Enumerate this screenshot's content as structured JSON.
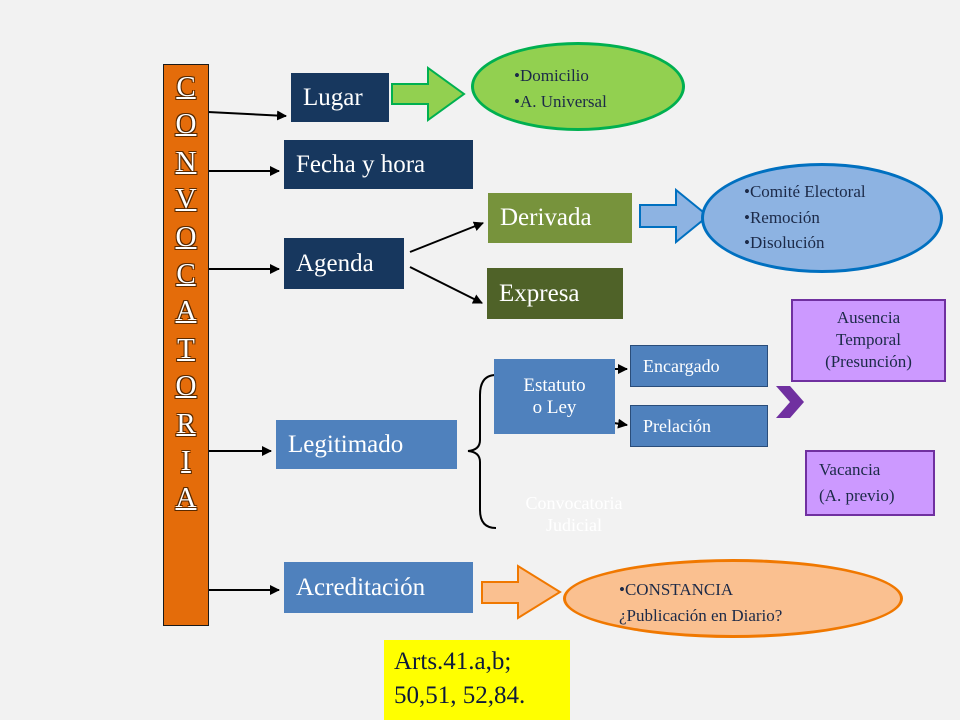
{
  "title_letters": [
    "C",
    "O",
    "N",
    "V",
    "O",
    "C",
    "A",
    "T",
    "O",
    "R",
    "I",
    "A"
  ],
  "nodes": {
    "lugar": "Lugar",
    "fecha_hora": "Fecha y hora",
    "agenda": "Agenda",
    "legitimado": "Legitimado",
    "acreditacion": "Acreditación",
    "derivada": "Derivada",
    "expresa": "Expresa",
    "estatuto_line1": "Estatuto",
    "estatuto_line2": "o  Ley",
    "convocatoria_judicial_line1": "Convocatoria",
    "convocatoria_judicial_line2": "Judicial",
    "encargado": "Encargado",
    "prelacion": "Prelación"
  },
  "ovals": {
    "lugar_items": [
      "Domicilio",
      "A. Universal"
    ],
    "derivada_items": [
      "Comité  Electoral",
      "Remoción",
      "Disolución"
    ],
    "acreditacion_line1": "CONSTANCIA",
    "acreditacion_line2": "¿Publicación en Diario?"
  },
  "notes": {
    "ausencia_line1": "Ausencia",
    "ausencia_line2": "Temporal",
    "ausencia_line3": "(Presunción)",
    "vacancia_line1": "Vacancia",
    "vacancia_line2": "(A. previo)",
    "arts_line1": "Arts.41.a,b;",
    "arts_line2": "50,51, 52,84."
  },
  "colors": {
    "title_bar": "#e46c0a",
    "navy_box": "#17375e",
    "blue_box": "#4f81bd",
    "green_box": "#77933c",
    "dark_green_box": "#4f6228",
    "green_oval": "#92d050",
    "blue_oval": "#8db3e2",
    "orange_oval": "#fac090",
    "purple_note": "#cc99ff",
    "yellow_note": "#ffff00"
  }
}
